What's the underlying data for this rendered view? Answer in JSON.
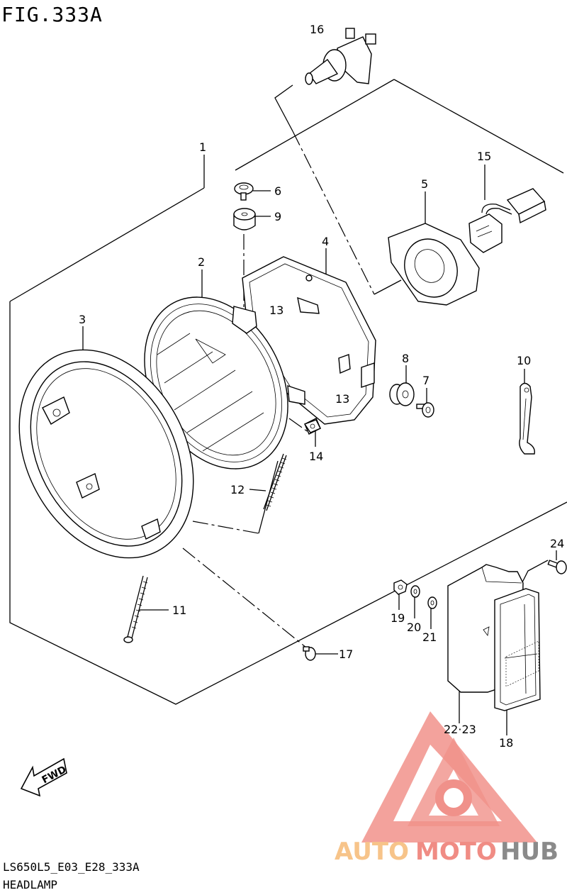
{
  "figure": {
    "title": "FIG.333A",
    "model_code": "LS650L5_E03_E28_333A",
    "section_name": "HEADLAMP"
  },
  "watermark": {
    "word_auto": "AUTO",
    "word_moto": "MOTO",
    "word_hub": "HUB",
    "color_red": "#f08c84",
    "color_orange": "#f7c48a",
    "color_gray": "#8a8a8a"
  },
  "fwd_label": "FWD",
  "callouts": {
    "c1": "1",
    "c2": "2",
    "c3": "3",
    "c4": "4",
    "c5": "5",
    "c6": "6",
    "c7": "7",
    "c8": "8",
    "c9": "9",
    "c10": "10",
    "c11": "11",
    "c12": "12",
    "c13a": "13",
    "c13b": "13",
    "c14": "14",
    "c15": "15",
    "c16": "16",
    "c17": "17",
    "c18": "18",
    "c19": "19",
    "c20": "20",
    "c21": "21",
    "c22_23": "22·23",
    "c24": "24"
  }
}
